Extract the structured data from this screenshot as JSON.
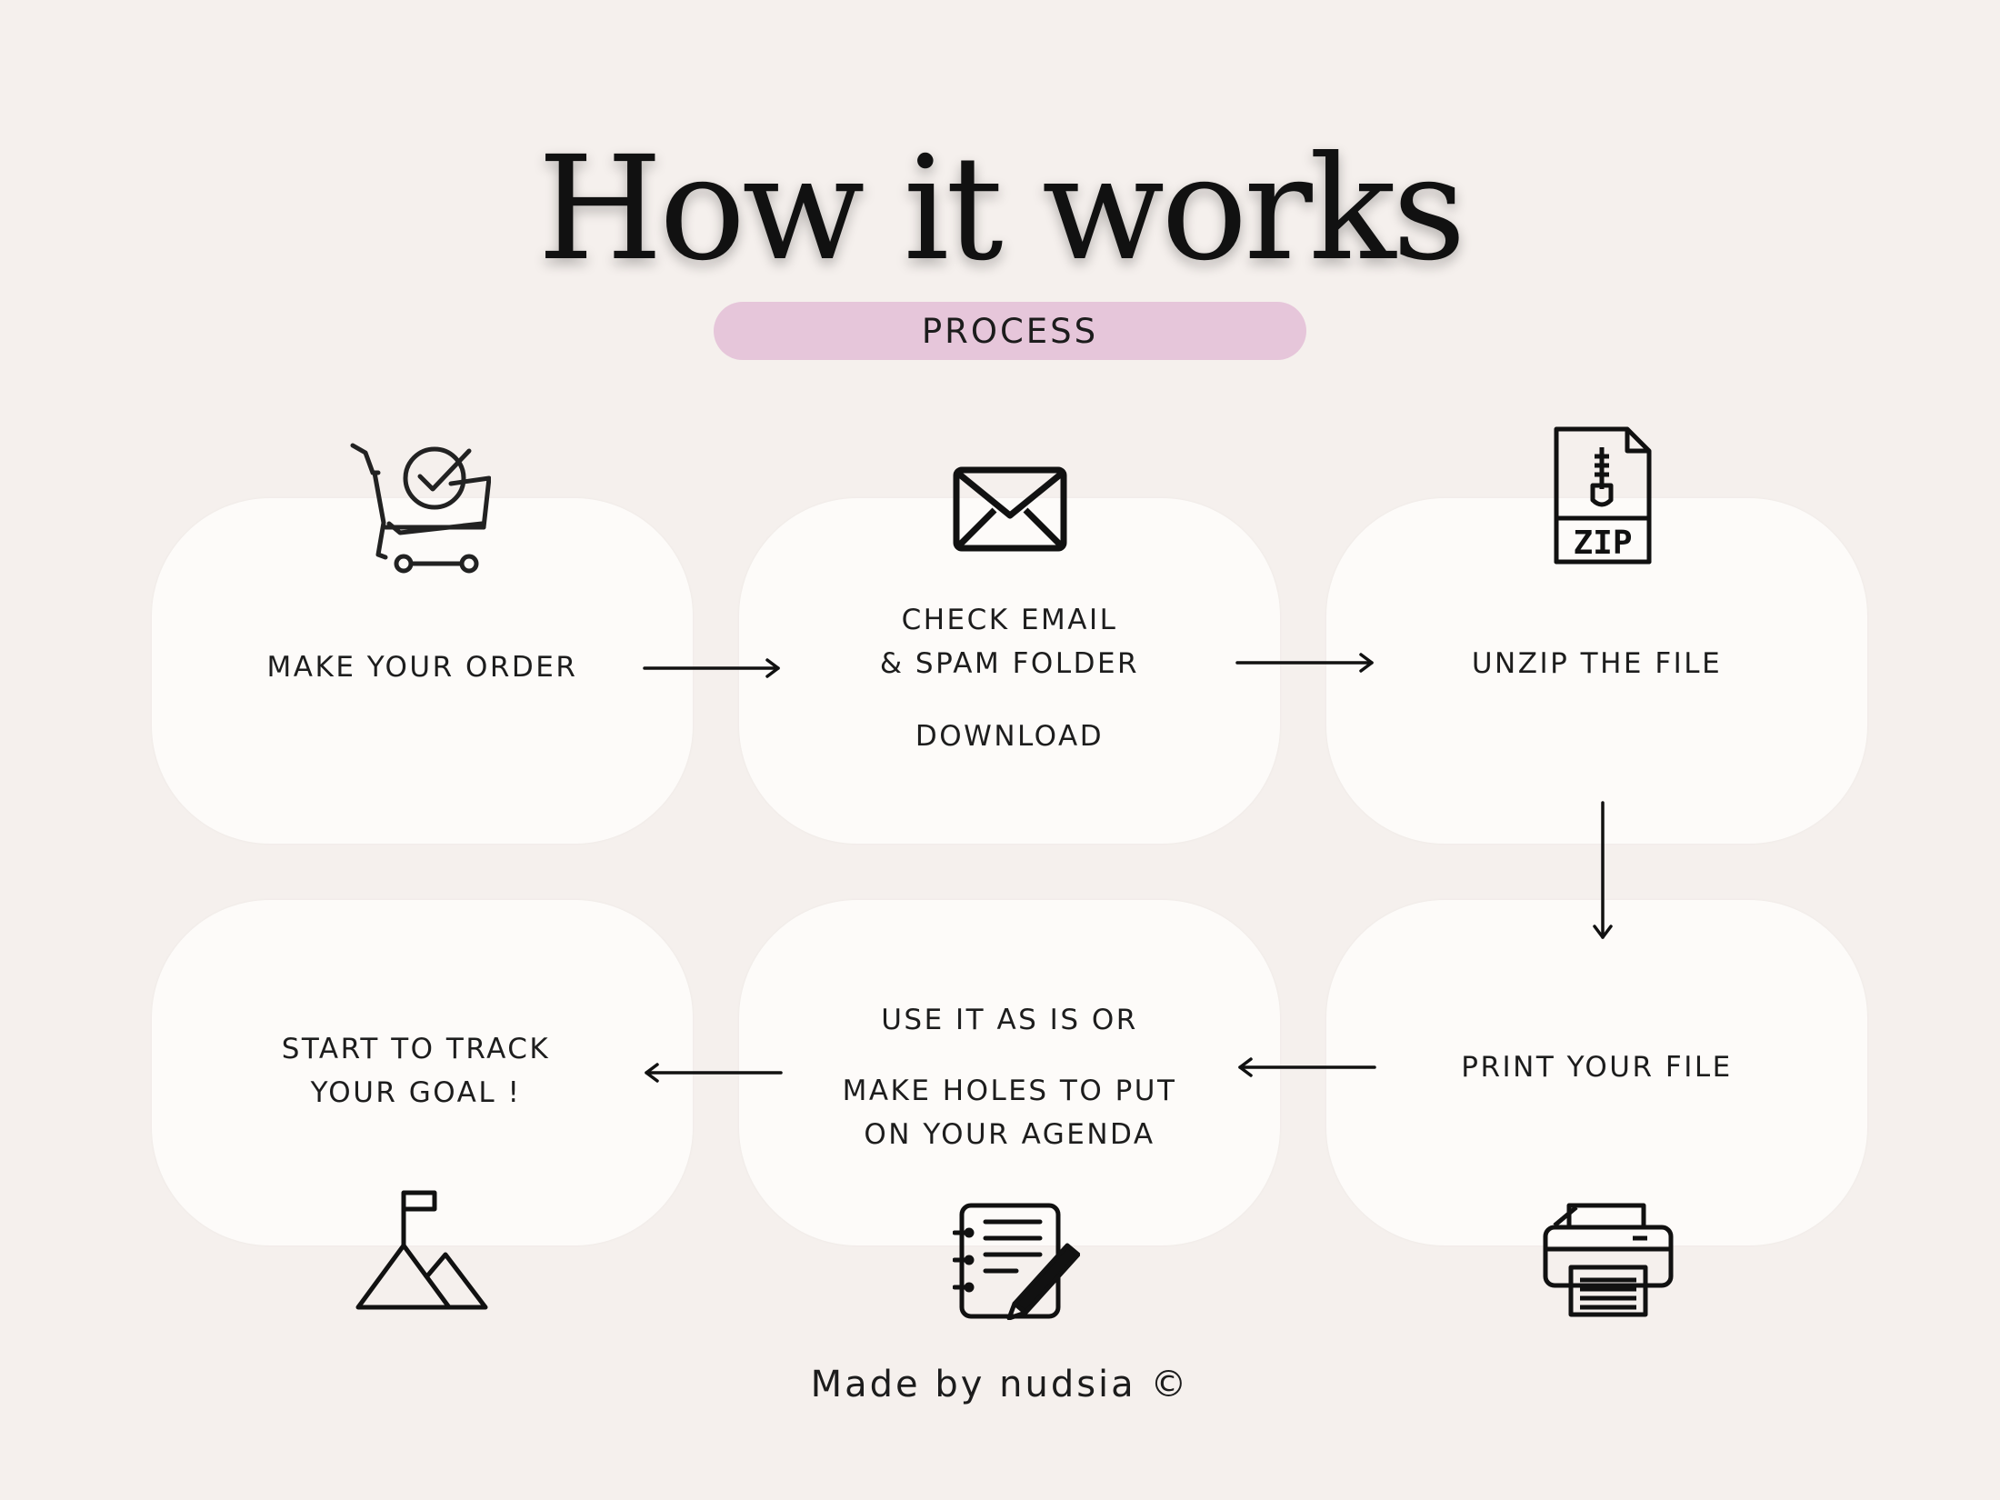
{
  "title": "How it works",
  "subtitle": "PROCESS",
  "steps": [
    {
      "lines": [
        "MAKE YOUR ORDER"
      ],
      "icon": "shopping-cart-check-icon"
    },
    {
      "lines": [
        "CHECK EMAIL",
        "& SPAM FOLDER",
        "",
        "DOWNLOAD"
      ],
      "icon": "envelope-icon"
    },
    {
      "lines": [
        "UNZIP THE FILE"
      ],
      "icon": "zip-file-icon"
    },
    {
      "lines": [
        "PRINT YOUR FILE"
      ],
      "icon": "printer-icon"
    },
    {
      "lines": [
        "USE IT AS IS OR",
        "",
        "MAKE HOLES TO PUT",
        "ON YOUR AGENDA"
      ],
      "icon": "notebook-pen-icon"
    },
    {
      "lines": [
        "START TO TRACK",
        "YOUR GOAL !"
      ],
      "icon": "mountain-flag-icon"
    }
  ],
  "footer": "Made by nudsia ©",
  "colors": {
    "background": "#f5f0ed",
    "card": "#fdfbf9",
    "pill": "#e6c6da",
    "ink": "#1a1a1a"
  }
}
